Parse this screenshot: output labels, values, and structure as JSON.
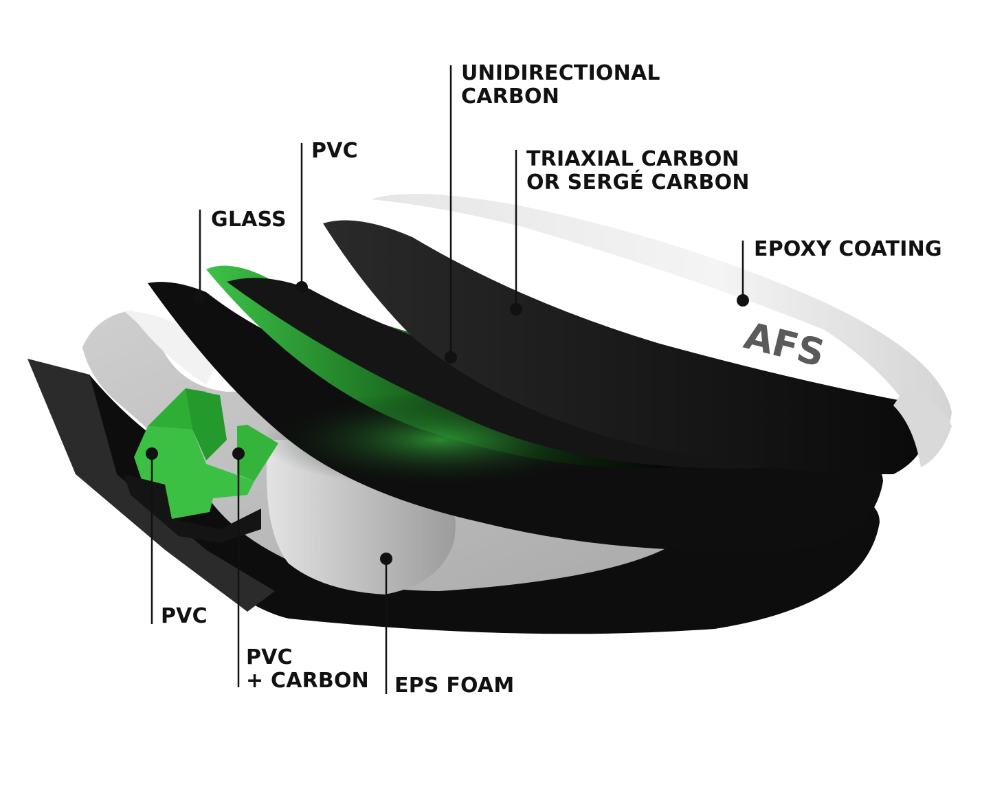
{
  "labels": {
    "unidirectional_carbon": [
      "UNIDIRECTIONAL",
      "CARBON"
    ],
    "pvc_top": [
      "PVC"
    ],
    "triaxial_carbon": [
      "TRIAXIAL CARBON",
      "OR SERGÉ CARBON"
    ],
    "glass": [
      "GLASS"
    ],
    "epoxy_coating": [
      "EPOXY COATING"
    ],
    "pvc_bottom": [
      "PVC"
    ],
    "pvc_carbon": [
      "PVC",
      "+ CARBON"
    ],
    "eps_foam": [
      "EPS FOAM"
    ]
  },
  "board_logo_text": "AFS",
  "colors": {
    "label_text": "#111111",
    "carbon_layer": "#141414",
    "pvc_green": "#35b43c",
    "foam_grey": "#bdbdbd",
    "epoxy_white": "#eeeeee",
    "background": "#ffffff"
  }
}
